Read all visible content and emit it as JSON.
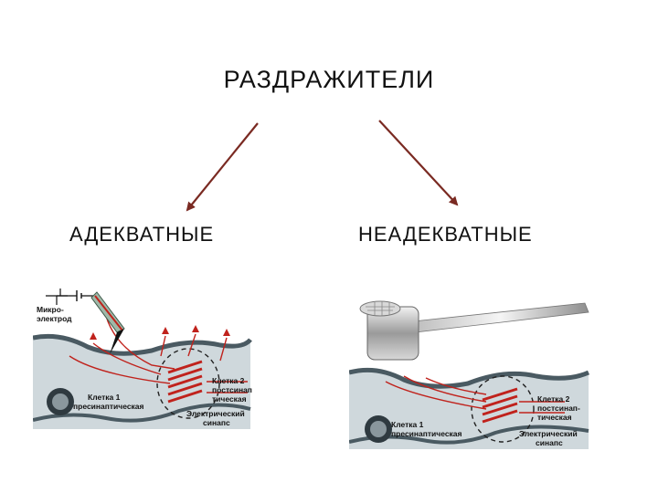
{
  "title": "РАЗДРАЖИТЕЛИ",
  "branches": {
    "left": "АДЕКВАТНЫЕ",
    "right": "НЕАДЕКВАТНЫЕ"
  },
  "figure_captions": {
    "microelectrode": [
      "Микро-",
      "электрод"
    ],
    "cell1": [
      "Клетка 1",
      "пресинаптическая"
    ],
    "cell2": [
      "Клетка 2",
      "постсинап-",
      "тическая"
    ],
    "synapse": [
      "Электрический",
      "синапс"
    ]
  },
  "colors": {
    "arrow": "#7a2a22",
    "nerve": "#c0221c",
    "tissue": "#cfd8dc",
    "tissue_dark": "#4a5a62"
  }
}
